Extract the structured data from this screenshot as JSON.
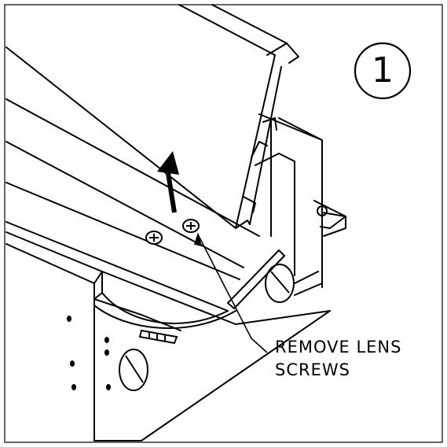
{
  "step": {
    "number": "1"
  },
  "callout": {
    "line1": "REMOVE LENS",
    "line2": "SCREWS"
  },
  "colors": {
    "ink": "#000000",
    "paper": "#ffffff"
  }
}
